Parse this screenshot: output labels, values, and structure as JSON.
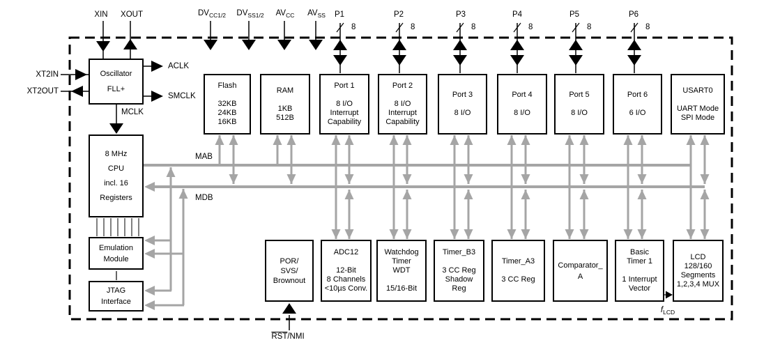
{
  "colors": {
    "bus_gray": "#a5a5a5",
    "line_black": "#000000",
    "background": "#ffffff"
  },
  "pins": {
    "xin": "XIN",
    "xout": "XOUT",
    "dvcc": {
      "base": "DV",
      "sub": "CC1/2"
    },
    "dvss": {
      "base": "DV",
      "sub": "SS1/2"
    },
    "avcc": {
      "base": "AV",
      "sub": "CC"
    },
    "avss": {
      "base": "AV",
      "sub": "SS"
    },
    "p1": {
      "label": "P1",
      "width": "8"
    },
    "p2": {
      "label": "P2",
      "width": "8"
    },
    "p3": {
      "label": "P3",
      "width": "8"
    },
    "p4": {
      "label": "P4",
      "width": "8"
    },
    "p5": {
      "label": "P5",
      "width": "8"
    },
    "p6": {
      "label": "P6",
      "width": "8"
    },
    "xt2in": "XT2IN",
    "xt2out": "XT2OUT",
    "rst": {
      "overline": "RST",
      "rest": "/NMI"
    },
    "flcd": {
      "base": "f",
      "sub": "LCD"
    }
  },
  "clocks": {
    "aclk": "ACLK",
    "smclk": "SMCLK",
    "mclk": "MCLK"
  },
  "buses": {
    "mab": "MAB",
    "mdb": "MDB"
  },
  "blocks": {
    "oscillator": {
      "title": "Oscillator\nFLL+"
    },
    "cpu": {
      "title": "8 MHz\nCPU\nincl. 16\nRegisters"
    },
    "emulation": {
      "title": "Emulation\nModule"
    },
    "jtag": {
      "title": "JTAG\nInterface"
    },
    "flash": {
      "title": "Flash",
      "detail": "32KB\n24KB\n16KB"
    },
    "ram": {
      "title": "RAM",
      "detail": "1KB\n512B"
    },
    "port1": {
      "title": "Port 1",
      "detail": "8 I/O\nInterrupt\nCapability"
    },
    "port2": {
      "title": "Port 2",
      "detail": "8 I/O\nInterrupt\nCapability"
    },
    "port3": {
      "title": "Port 3",
      "detail": "8 I/O"
    },
    "port4": {
      "title": "Port 4",
      "detail": "8 I/O"
    },
    "port5": {
      "title": "Port 5",
      "detail": "8 I/O"
    },
    "port6": {
      "title": "Port 6",
      "detail": "6 I/O"
    },
    "usart0": {
      "title": "USART0",
      "detail": "UART Mode\nSPI Mode"
    },
    "por": {
      "title": "POR/\nSVS/\nBrownout"
    },
    "adc12": {
      "title": "ADC12",
      "detail": "12-Bit\n8 Channels\n<10µs Conv."
    },
    "wdt": {
      "title": "Watchdog\nTimer\nWDT",
      "detail": "15/16-Bit"
    },
    "timer_b3": {
      "title": "Timer_B3",
      "detail": "3 CC Reg\nShadow\nReg"
    },
    "timer_a3": {
      "title": "Timer_A3",
      "detail": "3 CC Reg"
    },
    "comparator_a": {
      "title": "Comparator_\nA"
    },
    "basic_timer1": {
      "title": "Basic\nTimer 1",
      "detail": "1 Interrupt\nVector"
    },
    "lcd": {
      "title": "LCD\n128/160\nSegments\n1,2,3,4 MUX"
    }
  }
}
